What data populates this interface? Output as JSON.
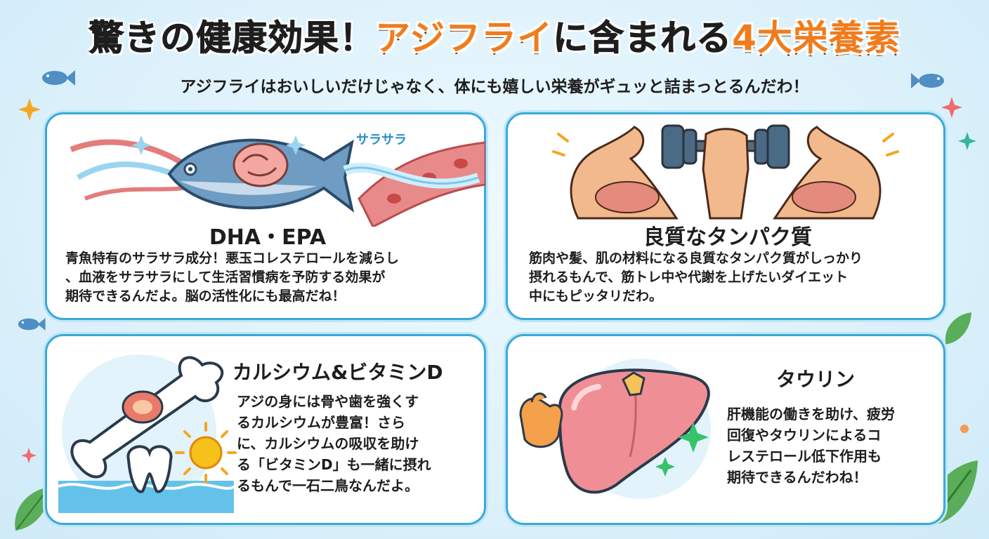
{
  "header": {
    "title_part1": "驚きの健康効果！",
    "title_part2": "アジフライ",
    "title_part3": "に含まれる",
    "title_part4": "4大栄養素",
    "subtitle": "アジフライはおいしいだけじゃなく、体にも嬉しい栄養がギュッと詰まっとるんだわ！"
  },
  "cards": [
    {
      "title": "DHA・EPA",
      "illustration_label": "サラサラ",
      "lines": [
        "青魚特有のサラサラ成分！悪玉コレステロールを減らし",
        "、血液をサラサラにして生活習慣病を予防する効果が",
        "期待できるんだよ。脳の活性化にも最高だね！"
      ]
    },
    {
      "title": "良質なタンパク質",
      "lines": [
        "筋肉や髪、肌の材料になる良質なタンパク質がしっかり",
        "摂れるもんで、筋トレ中や代謝を上げたいダイエット",
        "中にもピッタリだわ。"
      ]
    },
    {
      "title": "カルシウム&ビタミンD",
      "lines": [
        "アジの身には骨や歯を強くす",
        "るカルシウムが豊富！さら",
        "に、カルシウムの吸収を助け",
        "る「ビタミンD」も一緒に摂れ",
        "るもんで一石二鳥なんだよ。"
      ]
    },
    {
      "title": "タウリン",
      "lines": [
        "肝機能の働きを助け、疲労",
        "回復やタウリンによるコ",
        "レステロール低下作用も",
        "期待できるんだわね！"
      ]
    }
  ],
  "colors": {
    "accent_orange": "#f07c1d",
    "card_border": "#3aa8d8",
    "background": "#dcf1fb"
  },
  "icons": [
    "fish-brain-icon",
    "blood-vessel-icon",
    "dumbbell-muscle-icon",
    "bone-icon",
    "tooth-icon",
    "sun-icon",
    "liver-icon",
    "flex-arm-icon",
    "sparkle-icon",
    "leaf-icon",
    "small-fish-icon"
  ]
}
